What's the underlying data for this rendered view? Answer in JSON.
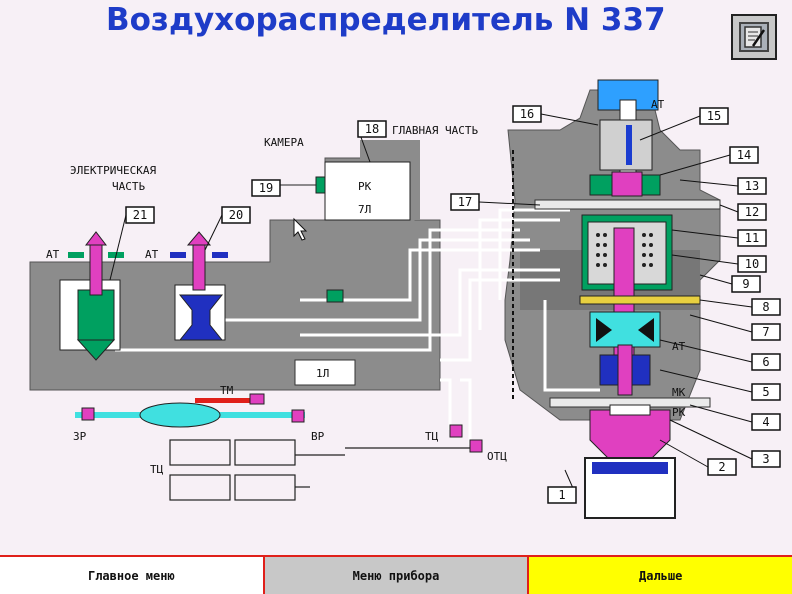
{
  "title": "Воздухораспределитель  N 337",
  "toolbar": {
    "notepad_icon": "notepad-icon"
  },
  "labels": {
    "electric_part": "ЭЛЕКТРИЧЕСКАЯ",
    "electric_part2": "ЧАСТЬ",
    "camera": "КАМЕРА",
    "main_part": "ГЛАВНАЯ ЧАСТЬ",
    "rk": "РК",
    "v7l": "7Л",
    "v1l": "1Л",
    "at_left1": "АТ",
    "at_left2": "АТ",
    "at_top": "АТ",
    "at_mid": "АТ",
    "mk": "МК",
    "rk2": "РК",
    "tm": "ТМ",
    "zr": "ЗР",
    "vr": "ВР",
    "tc1": "ТЦ",
    "tc2": "ТЦ",
    "otc": "ОТЦ"
  },
  "callouts": [
    "1",
    "2",
    "3",
    "4",
    "5",
    "6",
    "7",
    "8",
    "9",
    "10",
    "11",
    "12",
    "13",
    "14",
    "15",
    "16",
    "17",
    "18",
    "19",
    "20",
    "21"
  ],
  "nav": {
    "main_menu": "Главное меню",
    "device_menu": "Меню прибора",
    "next": "Дальше"
  },
  "colors": {
    "title": "#1e3cc8",
    "body_gray": "#8c8c8c",
    "dark_gray": "#6e6e6e",
    "green": "#00a060",
    "magenta": "#e040c0",
    "cyan": "#40e0e0",
    "blue": "#2030c0",
    "red": "#e0201a",
    "yellow": "#ffff00"
  }
}
